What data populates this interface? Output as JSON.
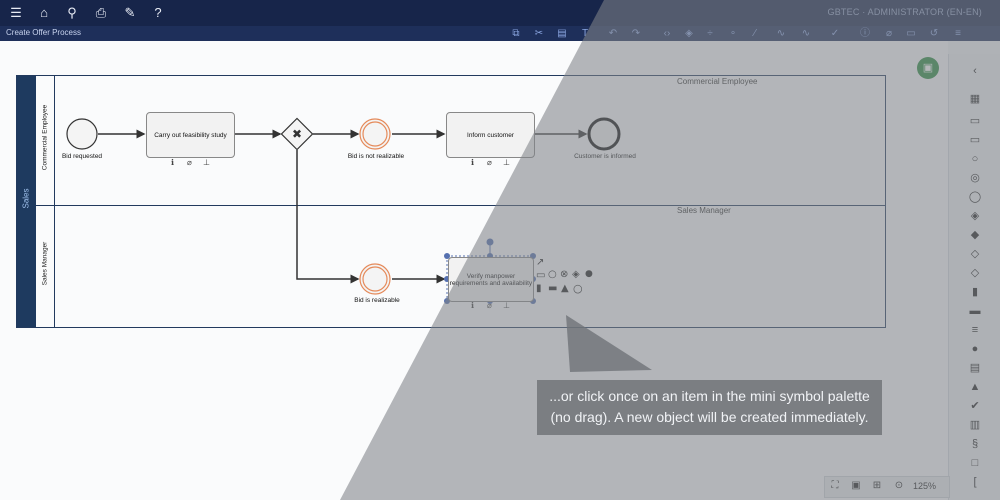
{
  "topbar": {
    "icons": [
      "menu-icon",
      "home-icon",
      "search-icon",
      "print-icon",
      "wrench-icon",
      "help-icon"
    ],
    "user_label": "GBTEC · ADMINISTRATOR (EN-EN)"
  },
  "subbar": {
    "process_title": "Create Offer Process"
  },
  "diagram": {
    "pool_name": "Sales",
    "lanes": [
      "Commercial Employee",
      "Sales Manager"
    ],
    "events": {
      "start": "Bid requested",
      "not_realizable": "Bid is not realizable",
      "informed": "Customer is informed",
      "realizable": "Bid is realizable"
    },
    "tasks": {
      "feasibility": "Carry out feasibility study",
      "inform": "Inform customer",
      "verify": "Verify manpower requirements and availability"
    }
  },
  "tooltip": {
    "line1": "...or click once on an item in the mini symbol palette",
    "line2": "(no drag). A new object will be created immediately."
  },
  "zoom": {
    "level": "125%"
  },
  "colors": {
    "topbar": "#17254a",
    "pool_header": "#1e3a5f",
    "event_orange": "#e58a5a",
    "save_green": "#2a8a3e"
  }
}
